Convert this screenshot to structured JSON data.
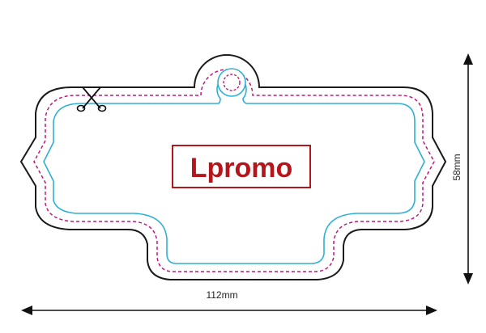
{
  "logo": {
    "text": "Lpromo",
    "color": "#b5161b"
  },
  "dimensions": {
    "width_label": "112mm",
    "height_label": "58mm"
  },
  "colors": {
    "cut_line": "#1a1a1a",
    "bleed_line": "#c0187a",
    "safe_line": "#2fb0d6",
    "arrow": "#111111"
  },
  "icons": {
    "cut_marker": "scissors-icon"
  }
}
